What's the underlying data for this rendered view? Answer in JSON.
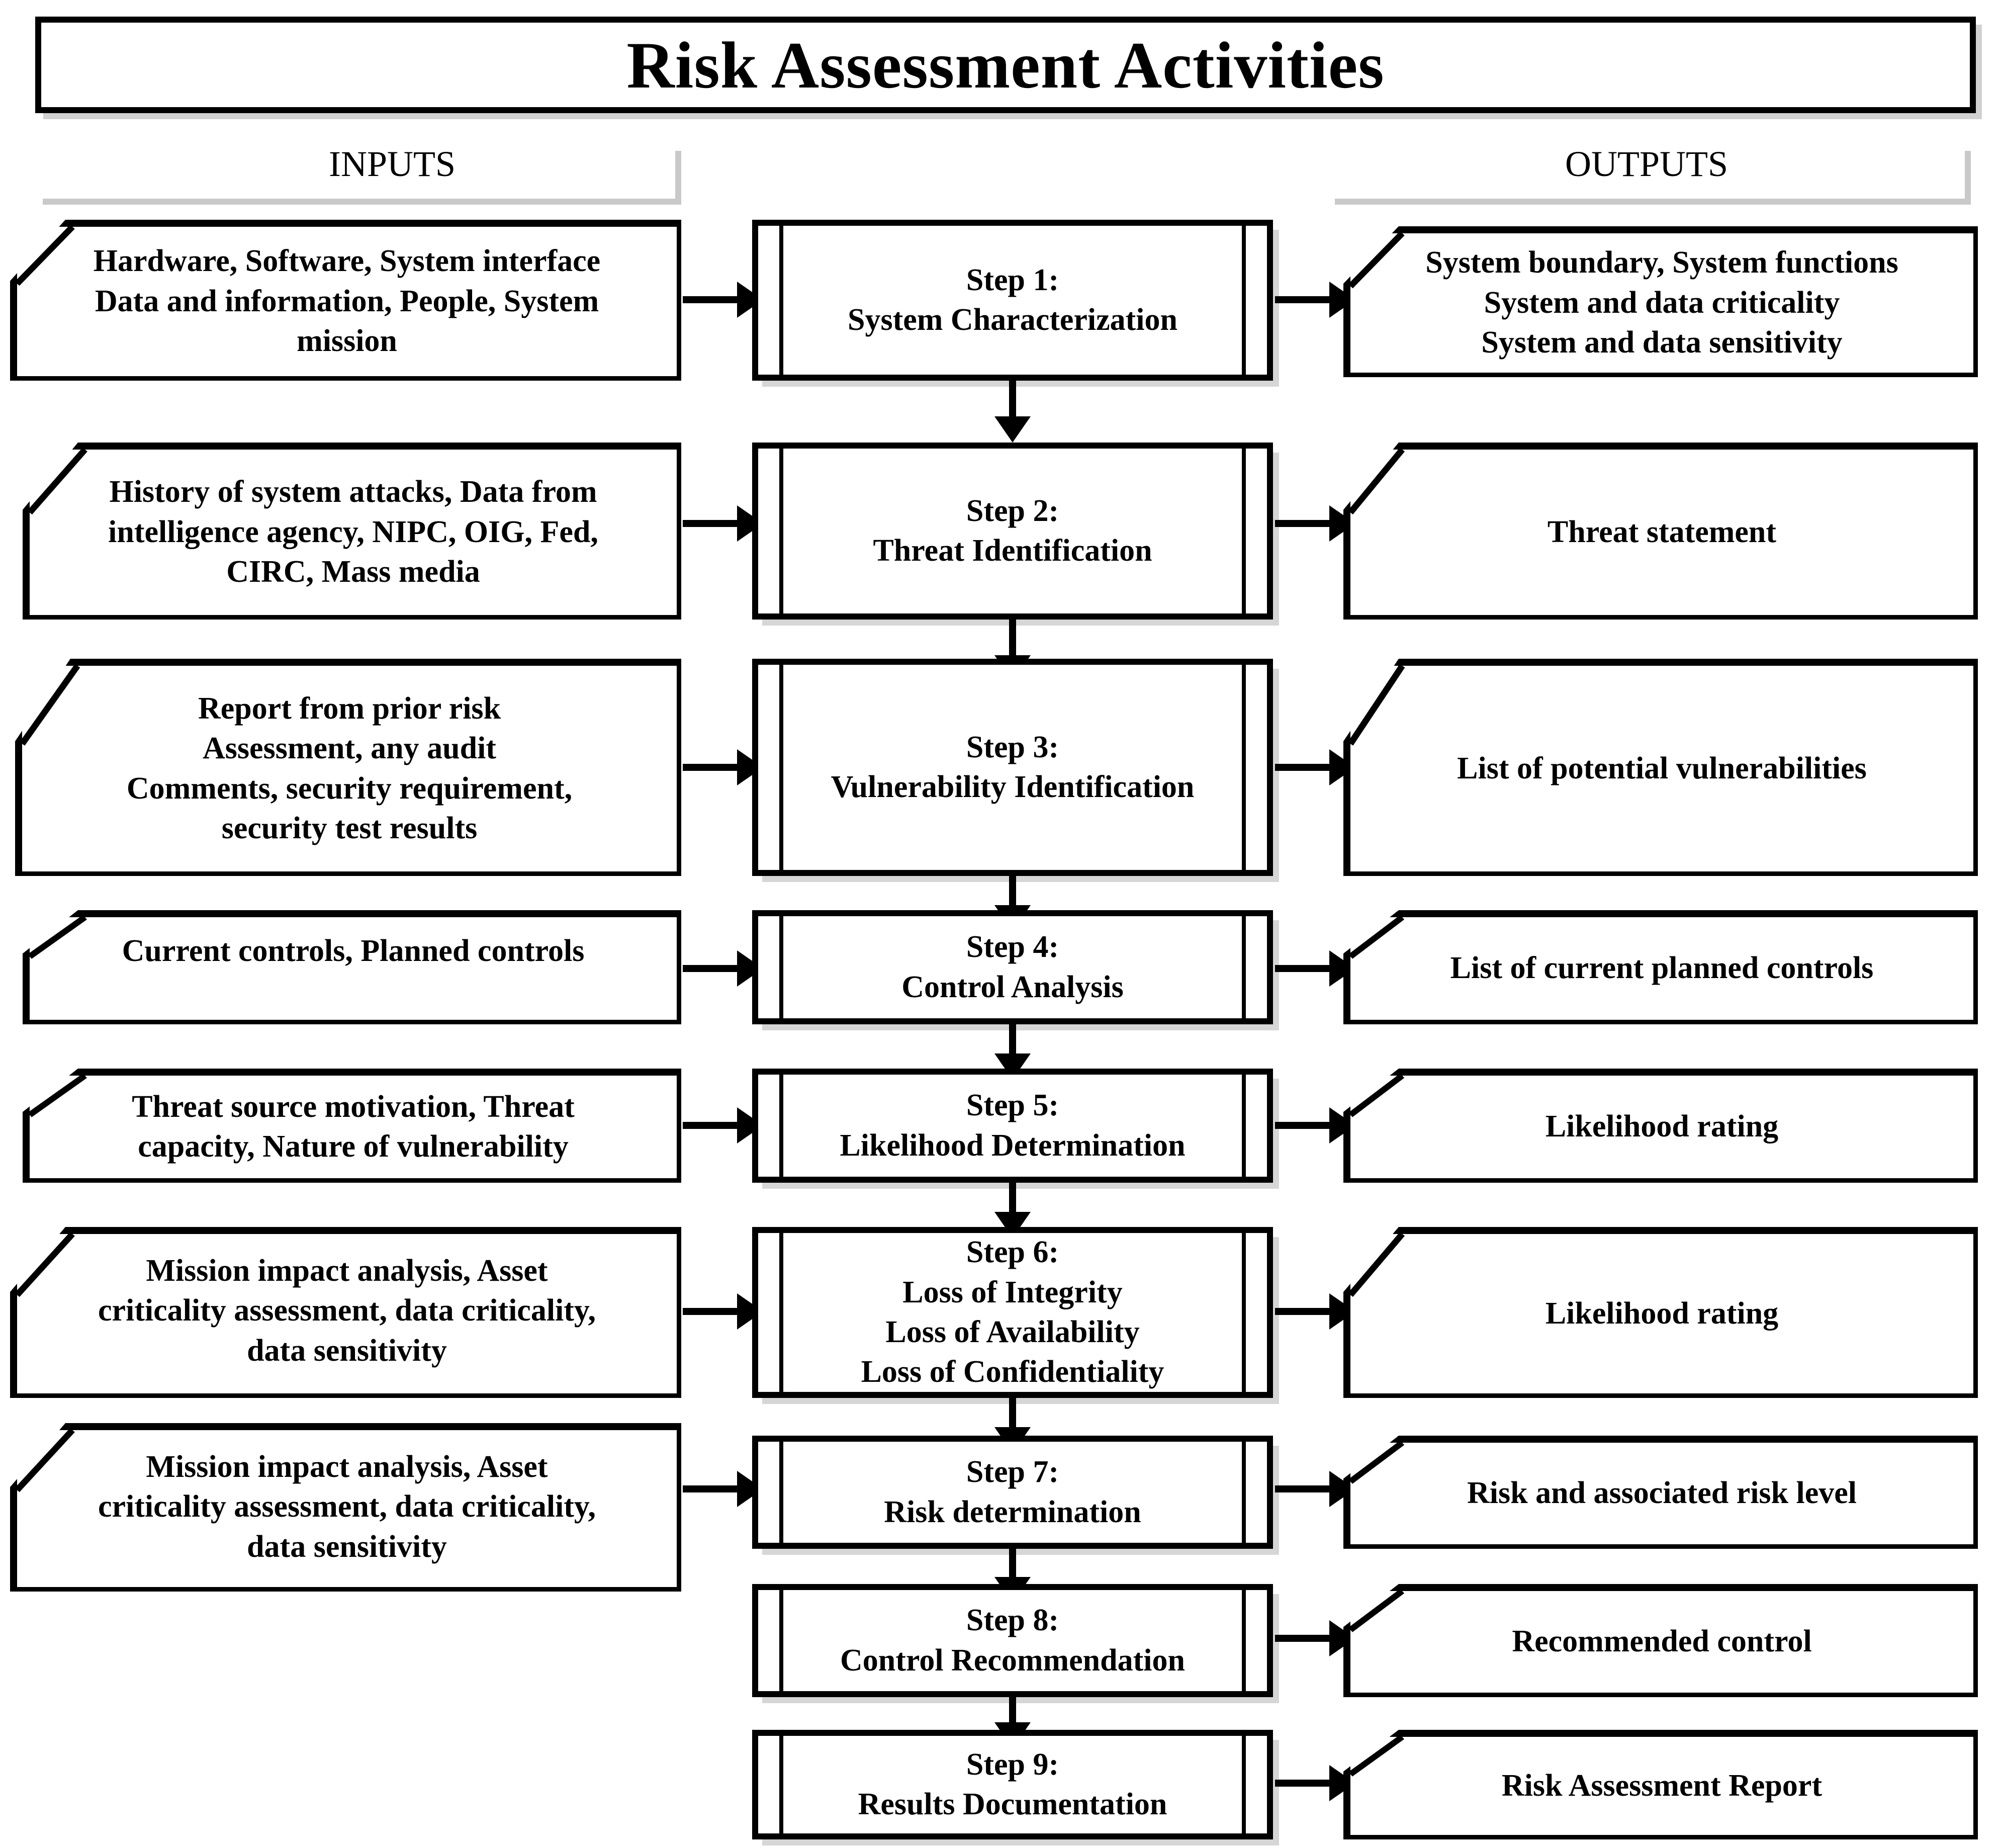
{
  "title": "Risk Assessment Activities",
  "columns": {
    "inputs_header": "INPUTS",
    "outputs_header": "OUTPUTS"
  },
  "accent_color": "#000000",
  "shadow_color": "#c9c9c9",
  "rows": [
    {
      "input": "Hardware, Software, System interface\nData and information, People, System\nmission",
      "step": "Step 1:\nSystem Characterization",
      "output": "System boundary, System functions\nSystem and data criticality\nSystem and data sensitivity"
    },
    {
      "input": "History of system attacks, Data from\nintelligence agency, NIPC, OIG, Fed,\nCIRC, Mass media",
      "step": "Step 2:\nThreat Identification",
      "output": "Threat statement"
    },
    {
      "input": "Report from prior risk\nAssessment, any audit\nComments, security requirement,\nsecurity test results",
      "step": "Step 3:\nVulnerability  Identification",
      "output": "List of potential vulnerabilities"
    },
    {
      "input": "Current controls, Planned controls",
      "step": "Step 4:\nControl Analysis",
      "output": "List of current planned controls"
    },
    {
      "input": "Threat source motivation, Threat\ncapacity, Nature of vulnerability",
      "step": "Step 5:\nLikelihood Determination",
      "output": "Likelihood rating"
    },
    {
      "input": "Mission impact analysis, Asset\ncriticality assessment, data criticality,\ndata sensitivity",
      "step": "Step 6:\nLoss of Integrity\nLoss of Availability\nLoss of Confidentiality",
      "output": "Likelihood rating"
    },
    {
      "input": "Mission impact analysis, Asset\ncriticality assessment, data criticality,\ndata sensitivity",
      "step": "Step 7:\nRisk determination",
      "output": "Risk and associated risk level"
    },
    {
      "input": null,
      "step": "Step 8:\nControl Recommendation",
      "output": "Recommended control"
    },
    {
      "input": null,
      "step": "Step 9:\nResults Documentation",
      "output": "Risk Assessment Report"
    }
  ]
}
